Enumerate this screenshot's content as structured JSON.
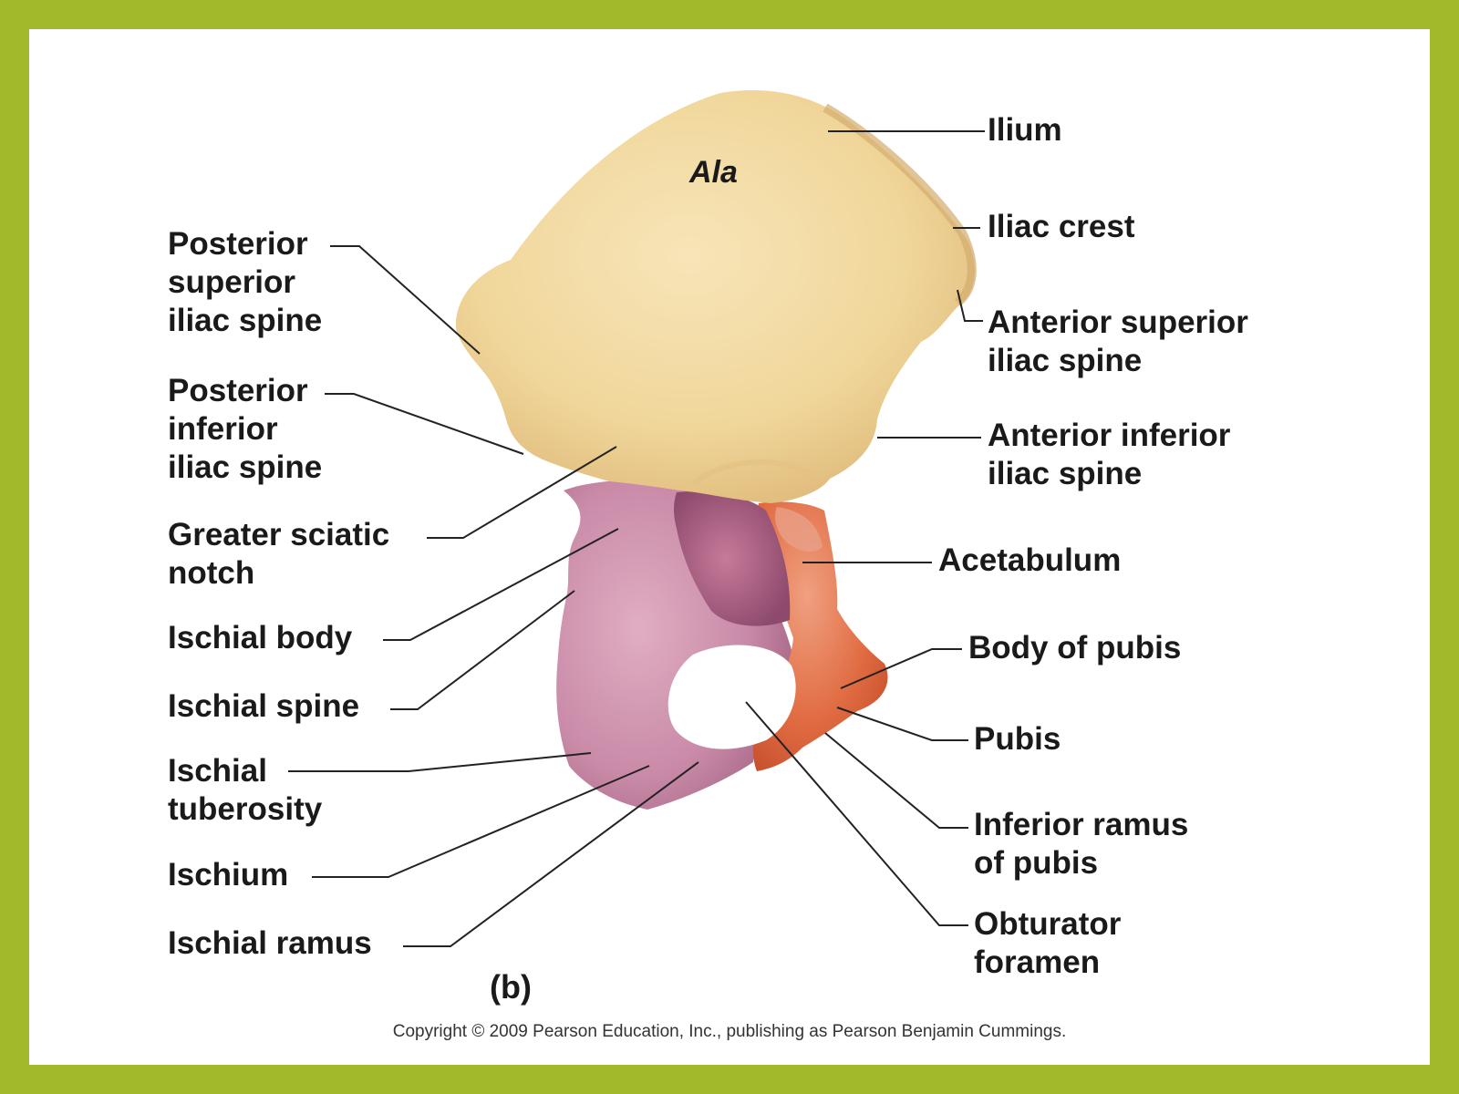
{
  "colors": {
    "frame": "#a2b92a",
    "ilium": "#f1d79d",
    "ischium": "#c98aa8",
    "pubis": "#e06a40",
    "leader": "#222222"
  },
  "labels": {
    "ilium": "Ilium",
    "ala": "Ala",
    "iliac_crest": "Iliac crest",
    "anterior_superior_iliac_spine": [
      "Anterior superior",
      "iliac spine"
    ],
    "anterior_inferior_iliac_spine": [
      "Anterior inferior",
      "iliac spine"
    ],
    "acetabulum": "Acetabulum",
    "body_of_pubis": "Body of pubis",
    "pubis": "Pubis",
    "inferior_ramus_of_pubis": [
      "Inferior ramus",
      "of pubis"
    ],
    "obturator_foramen": [
      "Obturator",
      "foramen"
    ],
    "posterior_superior_iliac_spine": [
      "Posterior",
      "superior",
      "iliac spine"
    ],
    "posterior_inferior_iliac_spine": [
      "Posterior",
      "inferior",
      "iliac spine"
    ],
    "greater_sciatic_notch": [
      "Greater sciatic",
      "notch"
    ],
    "ischial_body": "Ischial body",
    "ischial_spine": "Ischial spine",
    "ischial_tuberosity": [
      "Ischial",
      "tuberosity"
    ],
    "ischium": "Ischium",
    "ischial_ramus": "Ischial ramus"
  },
  "panel_letter": "(b)",
  "copyright": "Copyright © 2009 Pearson Education, Inc., publishing as Pearson Benjamin Cummings."
}
